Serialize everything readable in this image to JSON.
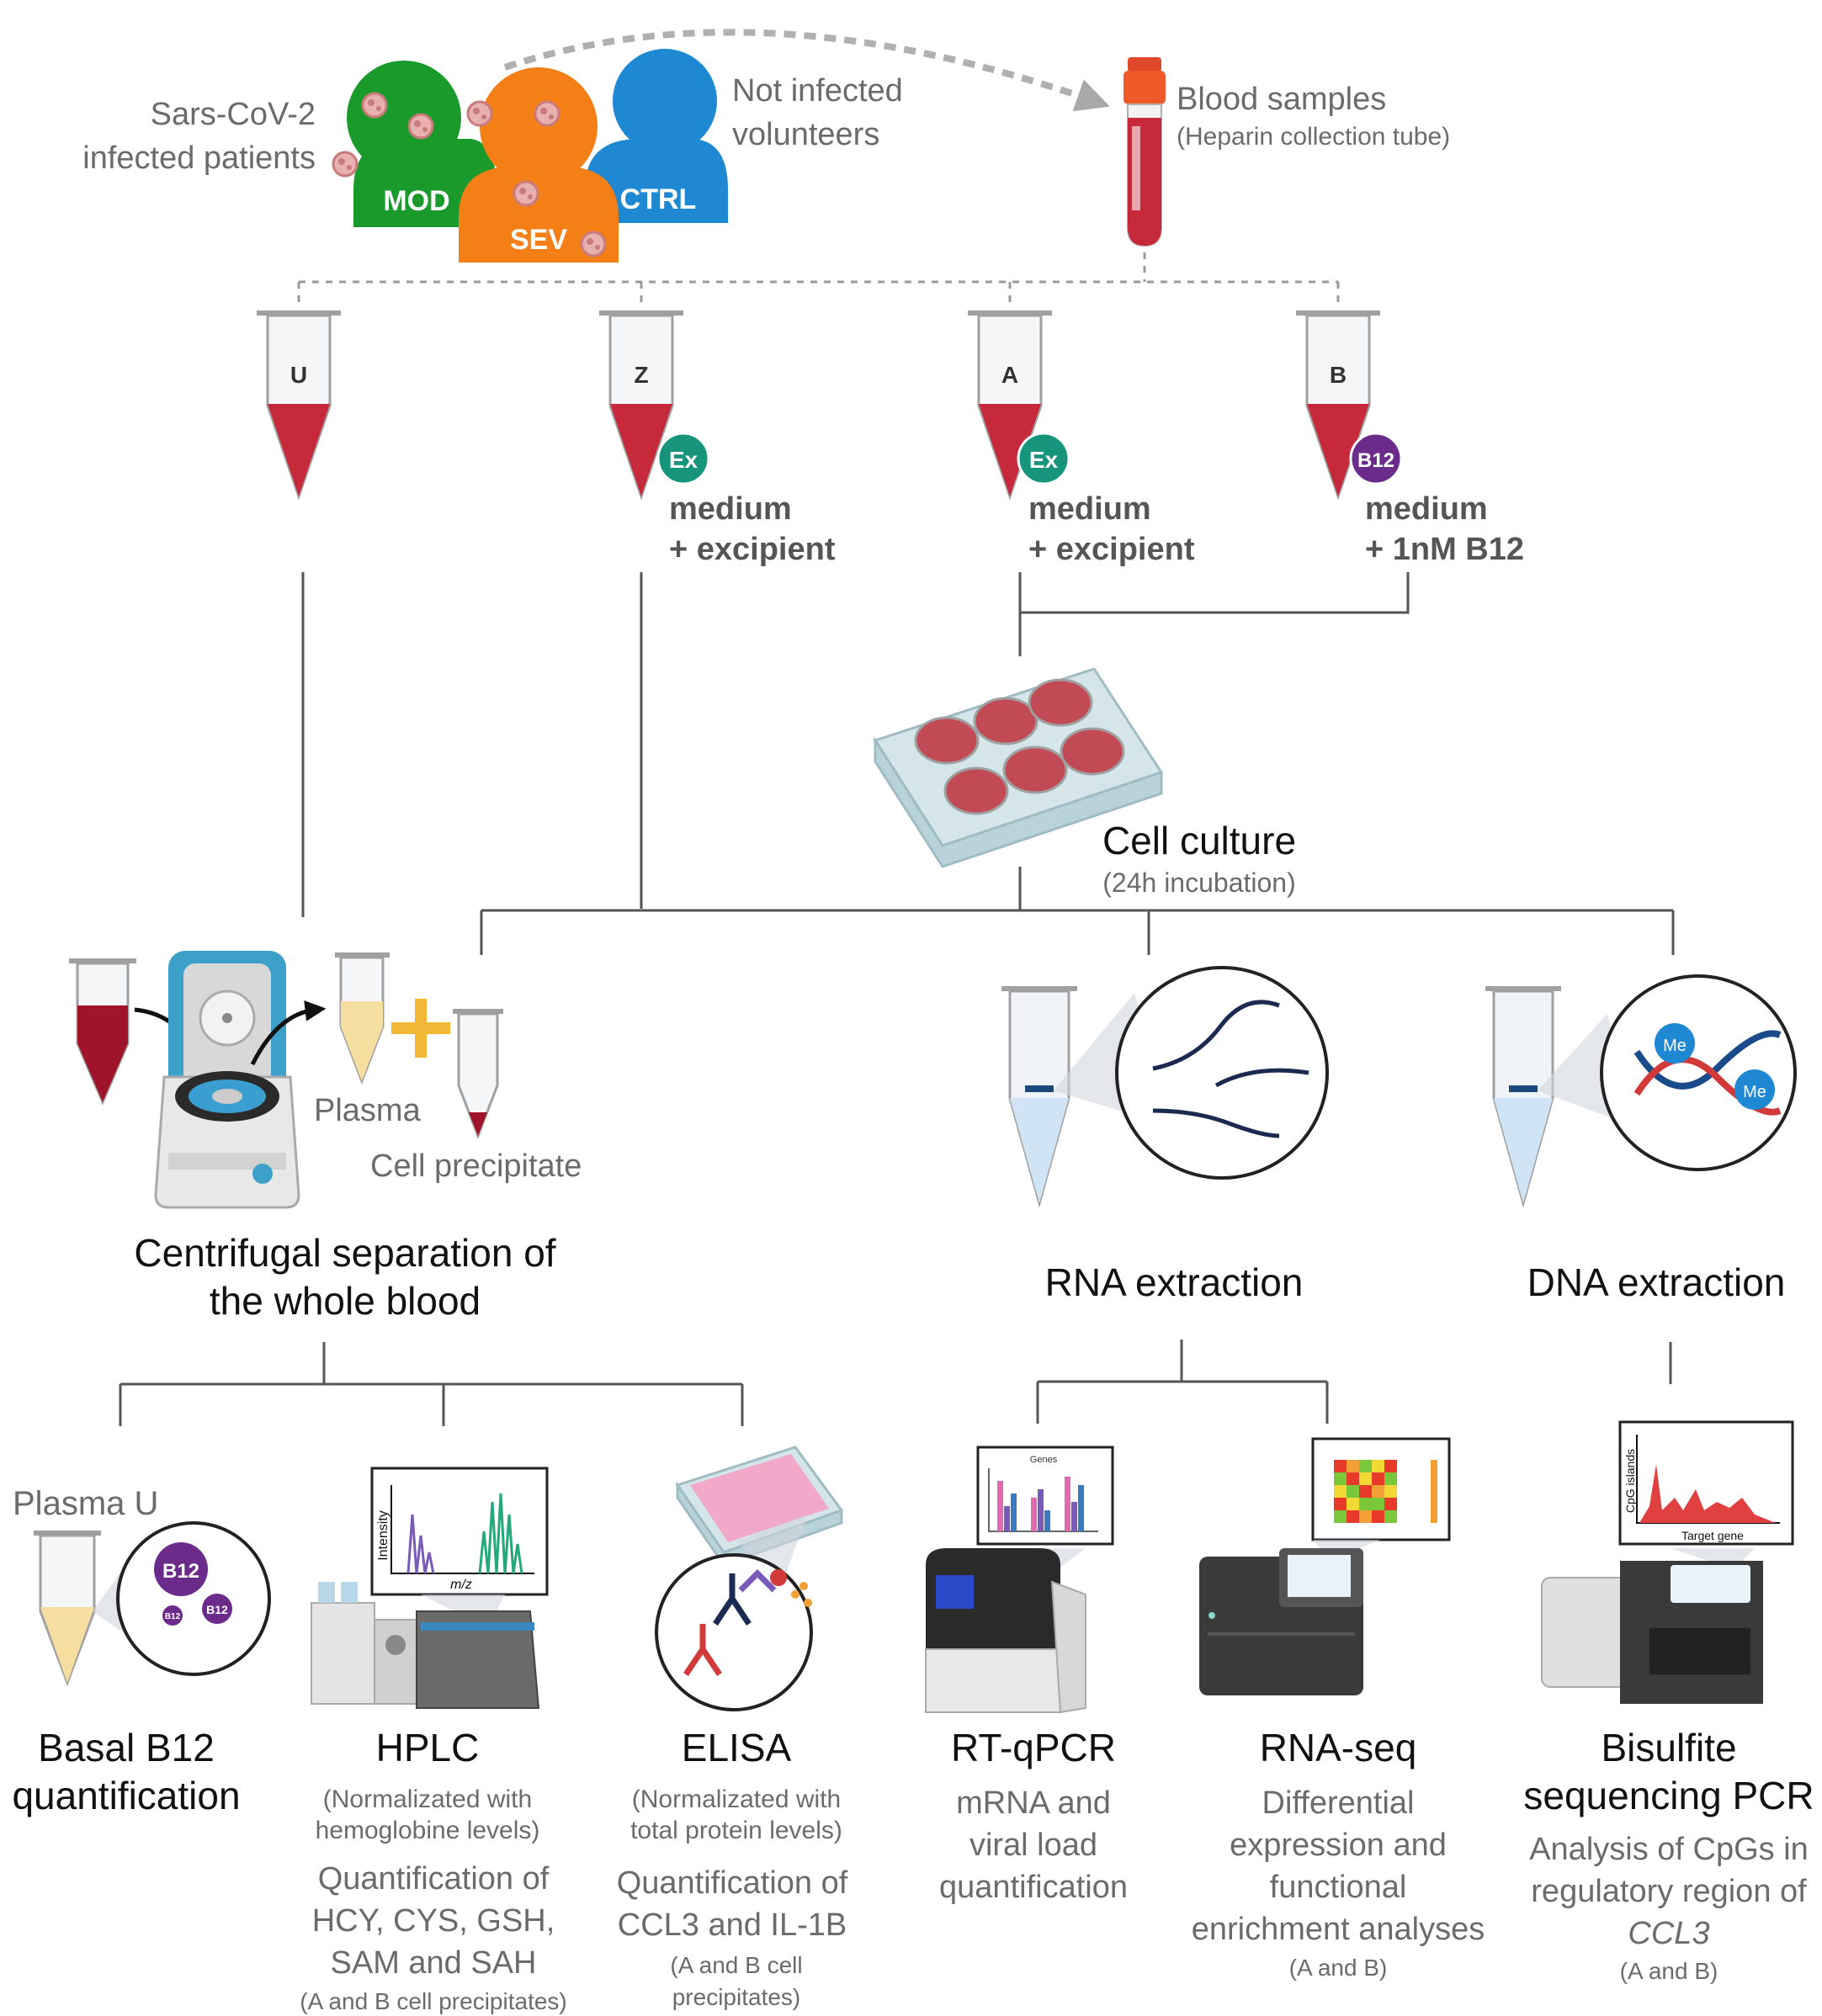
{
  "top": {
    "infected_line1": "Sars-CoV-2",
    "infected_line2": "infected patients",
    "not_infected_line1": "Not infected",
    "not_infected_line2": "volunteers",
    "group_mod": "MOD",
    "group_sev": "SEV",
    "group_ctrl": "CTRL",
    "blood_title": "Blood samples",
    "blood_sub": "(Heparin collection tube)"
  },
  "colors": {
    "mod": "#1a9a2a",
    "sev": "#f57f17",
    "ctrl": "#1e88d2",
    "blood": "#c62a3a",
    "excipient_badge": "#16957c",
    "b12_badge": "#6a2b8a"
  },
  "tubes": [
    {
      "letter": "U",
      "badge": "",
      "line1": "",
      "line2": ""
    },
    {
      "letter": "Z",
      "badge": "Ex",
      "line1": "medium",
      "line2": "+ excipient"
    },
    {
      "letter": "A",
      "badge": "Ex",
      "line1": "medium",
      "line2": "+ excipient"
    },
    {
      "letter": "B",
      "badge": "B12",
      "line1": "medium",
      "line2": "+ 1nM B12"
    }
  ],
  "culture": {
    "title": "Cell culture",
    "sub": "(24h incubation)"
  },
  "separation": {
    "plasma": "Plasma",
    "precipitate": "Cell precipitate",
    "title_line1": "Centrifugal separation of",
    "title_line2": "the whole blood"
  },
  "extraction": {
    "rna": "RNA extraction",
    "dna": "DNA extraction"
  },
  "badges": {
    "me": "Me",
    "b12": "B12",
    "b12_small": "B12"
  },
  "plots": {
    "hplc_y": "Intensity",
    "hplc_x": "m/z",
    "qpcr_title": "Genes",
    "bisulfite_y": "CpG islands",
    "bisulfite_x": "Target gene"
  },
  "methods": {
    "basal": {
      "pre": "Plasma U",
      "title1": "Basal B12",
      "title2": "quantification"
    },
    "hplc": {
      "title": "HPLC",
      "norm1": "(Normalizated with",
      "norm2": "hemoglobine levels)",
      "desc1": "Quantification of",
      "desc2": "HCY, CYS, GSH,",
      "desc3": "SAM and SAH",
      "note": "(A and B cell precipitates)"
    },
    "elisa": {
      "title": "ELISA",
      "norm1": "(Normalizated with",
      "norm2": "total protein levels)",
      "desc1": "Quantification of",
      "desc2": "CCL3 and IL-1B",
      "note1": "(A and B cell",
      "note2": "precipitates)"
    },
    "rtqpcr": {
      "title": "RT-qPCR",
      "desc1": "mRNA and",
      "desc2": "viral load",
      "desc3": "quantification"
    },
    "rnaseq": {
      "title": "RNA-seq",
      "desc1": "Differential",
      "desc2": "expression and",
      "desc3": "functional",
      "desc4": "enrichment analyses",
      "note": "(A and B)"
    },
    "bisulfite": {
      "title1": "Bisulfite",
      "title2": "sequencing PCR",
      "desc1": "Analysis of CpGs in",
      "desc2": "regulatory region of",
      "desc3": "CCL3",
      "note": "(A and B)"
    }
  }
}
